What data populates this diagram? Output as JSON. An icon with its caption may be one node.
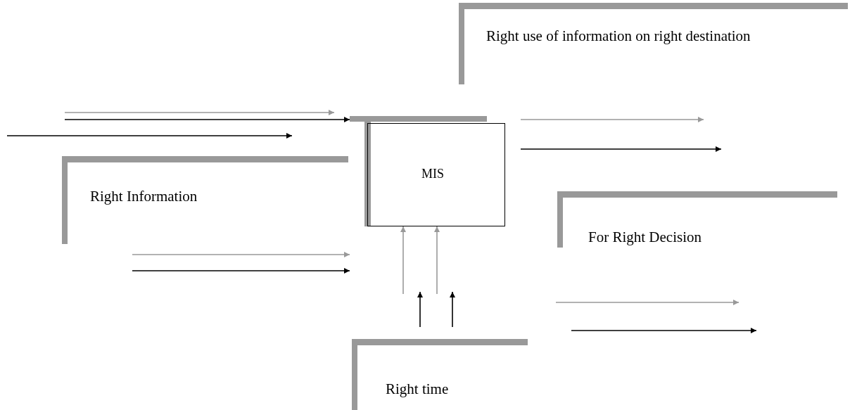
{
  "diagram": {
    "nodes": [
      {
        "text": [
          "Right use of information on right destination"
        ]
      },
      {
        "text": [
          "MIS"
        ]
      },
      {
        "text": [
          "Right Information"
        ]
      },
      {
        "text": [
          "For Right Decision"
        ]
      },
      {
        "text": [
          "Right time"
        ]
      }
    ],
    "edges": [
      {
        "from": null,
        "to": 1,
        "arrow": "to",
        "color": "#000000"
      },
      {
        "from": null,
        "to": 1,
        "arrow": "to",
        "color": "#999999"
      },
      {
        "from": null,
        "to": 1,
        "arrow": "to",
        "color": "#999999"
      }
    ]
  }
}
